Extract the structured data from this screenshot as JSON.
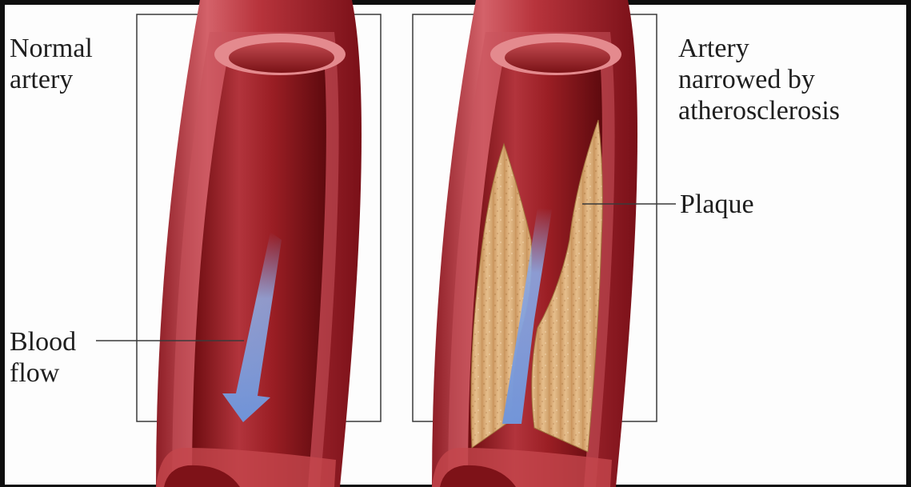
{
  "labels": {
    "normal_artery": [
      "Normal",
      "artery"
    ],
    "narrowed_artery": [
      "Artery",
      "narrowed by",
      "atherosclerosis"
    ],
    "plaque": "Plaque",
    "blood_flow": [
      "Blood",
      "flow"
    ]
  },
  "colors": {
    "frame": "#0e0e0e",
    "background": "#fdfdfd",
    "artery_wall": "#b8343c",
    "artery_lumen": "#8c1418",
    "plaque": "#ddb07a",
    "blood_flow_arrow": "#7c9fde",
    "leader_line": "#3a3a3a"
  }
}
